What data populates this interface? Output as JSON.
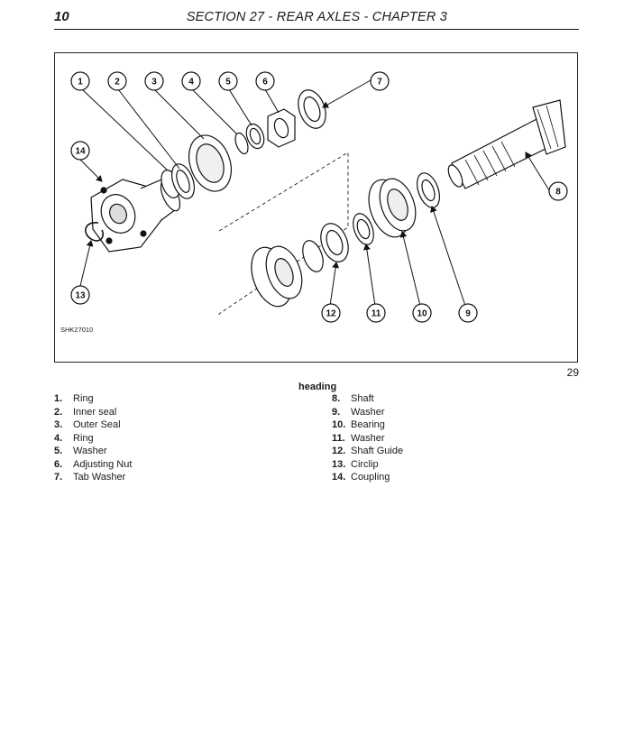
{
  "header": {
    "page_number": "10",
    "section_title": "SECTION 27 - REAR AXLES - CHAPTER 3"
  },
  "figure": {
    "code": "SHK27010",
    "number": "29",
    "callouts": [
      "1",
      "2",
      "3",
      "4",
      "5",
      "6",
      "7",
      "8",
      "9",
      "10",
      "11",
      "12",
      "13",
      "14"
    ]
  },
  "legend": {
    "heading": "heading",
    "left": [
      {
        "num": "1.",
        "text": "Ring"
      },
      {
        "num": "2.",
        "text": "Inner seal"
      },
      {
        "num": "3.",
        "text": "Outer Seal"
      },
      {
        "num": "4.",
        "text": "Ring"
      },
      {
        "num": "5.",
        "text": "Washer"
      },
      {
        "num": "6.",
        "text": "Adjusting Nut"
      },
      {
        "num": "7.",
        "text": "Tab Washer"
      }
    ],
    "right": [
      {
        "num": "8.",
        "text": "Shaft"
      },
      {
        "num": "9.",
        "text": "Washer"
      },
      {
        "num": "10.",
        "text": "Bearing"
      },
      {
        "num": "11.",
        "text": "Washer"
      },
      {
        "num": "12.",
        "text": "Shaft Guide"
      },
      {
        "num": "13.",
        "text": "Circlip"
      },
      {
        "num": "14.",
        "text": "Coupling"
      }
    ]
  }
}
